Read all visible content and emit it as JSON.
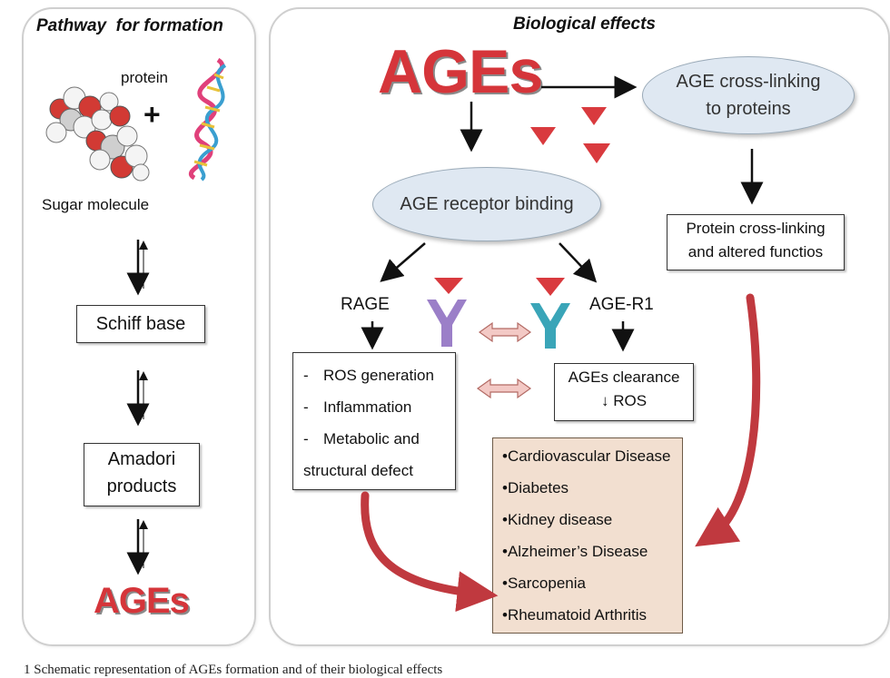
{
  "left_panel": {
    "title": "Pathway  for formation",
    "protein_label": "protein",
    "plus": "+",
    "sugar_label": "Sugar molecule",
    "schiff_base": "Schiff base",
    "amadori_line1": "Amadori",
    "amadori_line2": "products",
    "ages": "AGEs"
  },
  "right_panel": {
    "title": "Biological effects",
    "ages": "AGEs",
    "cross_linking_line1": "AGE cross-linking",
    "cross_linking_line2": "to proteins",
    "receptor_binding": "AGE receptor binding",
    "protein_cross_line1": "Protein cross-linking",
    "protein_cross_line2": "and altered functios",
    "rage": "RAGE",
    "age_r1": "AGE-R1",
    "rage_effects": [
      "ROS generation",
      "Inflammation",
      "Metabolic and",
      "structural defect"
    ],
    "clearance_line1": "AGEs clearance",
    "clearance_line2": "↓ ROS",
    "diseases": [
      "•Cardiovascular Disease",
      "•Diabetes",
      "•Kidney disease",
      "•Alzheimer’s Disease",
      "•Sarcopenia",
      "•Rheumatoid Arthritis"
    ]
  },
  "caption": "1 Schematic representation of AGEs formation and of their biological effects",
  "colors": {
    "ages_red": "#d5353a",
    "curve_red": "#c0393f",
    "triangle_red": "#d93a3e",
    "ellipse_fill": "#dfe8f2",
    "disease_fill": "#f2dfd0",
    "receptor_purple": "#9b7fc8",
    "receptor_teal": "#3aa5b8",
    "double_arrow_fill": "#f3c9c5"
  }
}
